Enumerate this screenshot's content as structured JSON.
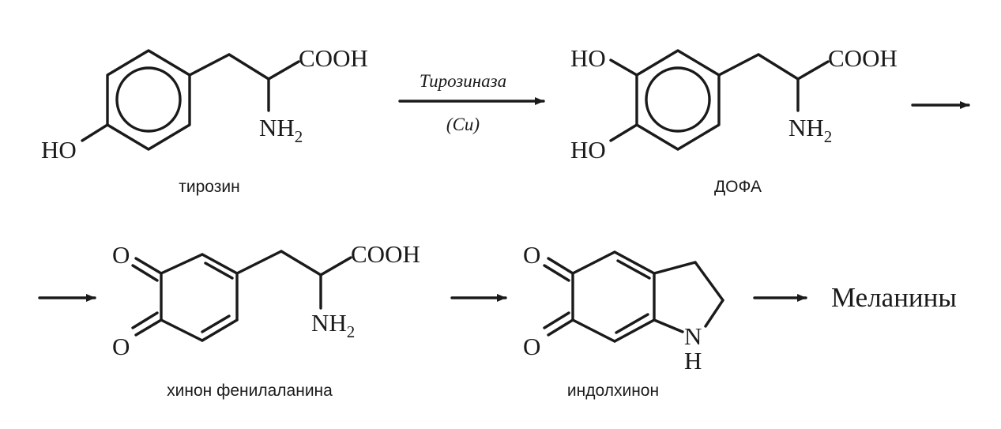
{
  "labels": {
    "cooh": "COOH",
    "nh": "NH",
    "sub2": "2",
    "ho": "HO",
    "o": "O",
    "n": "N",
    "h": "H"
  },
  "compounds": {
    "tyrosine": "тирозин",
    "dopa": "ДОФА",
    "quinone": "хинон фенилаланина",
    "indolequinone": "индолхинон"
  },
  "reaction": {
    "enzyme": "Тирозиназа",
    "cofactor": "(Cu)"
  },
  "product": "Меланины"
}
